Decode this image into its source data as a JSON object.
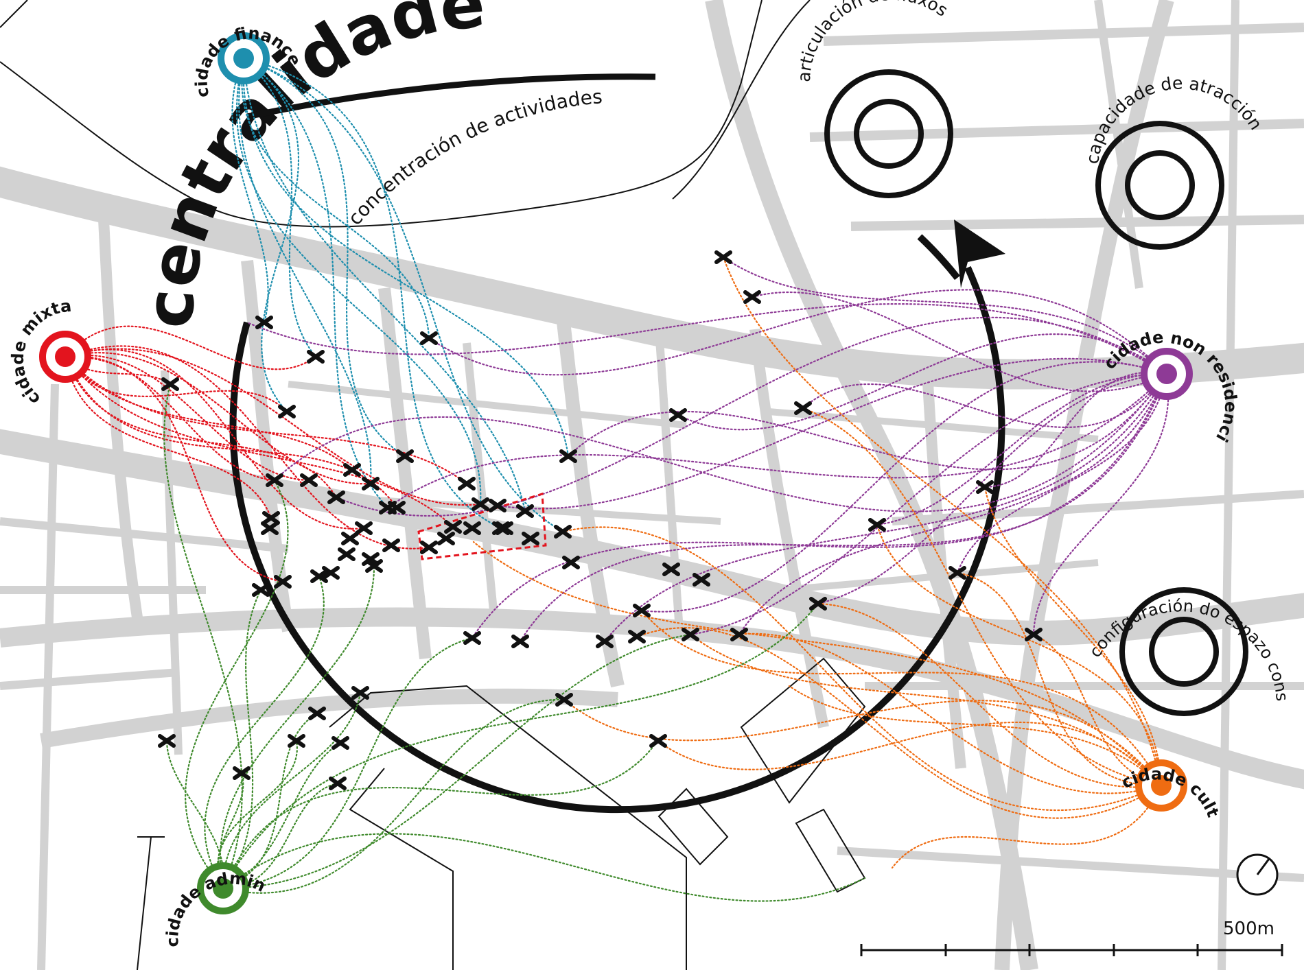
{
  "title": "centralidade",
  "subtitle": "concentración de actividades",
  "hubs": [
    {
      "label": "cidade financeira",
      "color": "#1e8fae"
    },
    {
      "label": "cidade mixta",
      "color": "#e3141e"
    },
    {
      "label": "cidade non residencial",
      "color": "#8e3a96"
    },
    {
      "label": "cidade cultural",
      "color": "#ef6c12"
    },
    {
      "label": "cidade administrativa",
      "color": "#3f8a2c"
    }
  ],
  "qualities": [
    {
      "label": "articulación de fluxos"
    },
    {
      "label": "capacidade de atracción"
    },
    {
      "label": "configuración do espazo construído"
    }
  ],
  "scale_label": "500m",
  "center_zone_color": "#e3141e",
  "icons": [
    "north-arrow-icon",
    "activity-x-icon",
    "hub-ring-icon",
    "quality-ring-icon"
  ]
}
